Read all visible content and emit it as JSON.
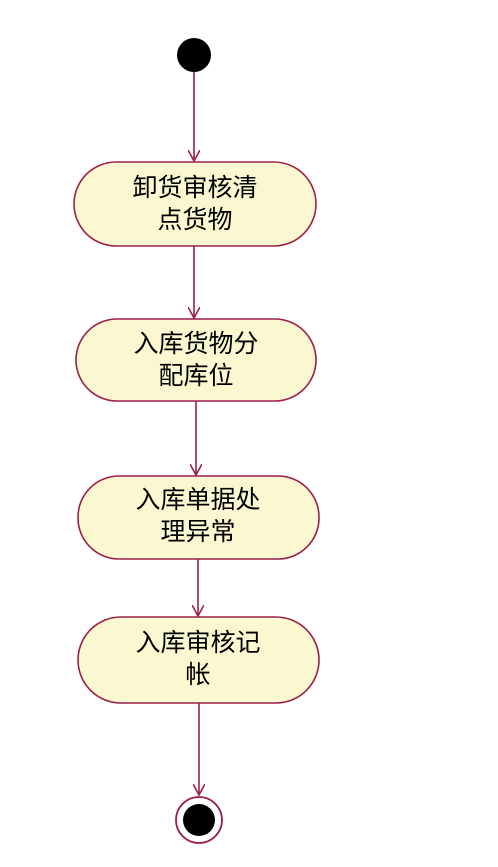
{
  "diagram": {
    "colors": {
      "line": "#9c1f4a",
      "activity_fill": "#fbf8d1",
      "node_fill": "#000000",
      "background": "#ffffff"
    },
    "activities": [
      {
        "line1": "卸货审核清",
        "line2": "点货物"
      },
      {
        "line1": "入库货物分",
        "line2": "配库位"
      },
      {
        "line1": "入库单据处",
        "line2": "理异常"
      },
      {
        "line1": "入库审核记",
        "line2": "帐"
      }
    ]
  }
}
